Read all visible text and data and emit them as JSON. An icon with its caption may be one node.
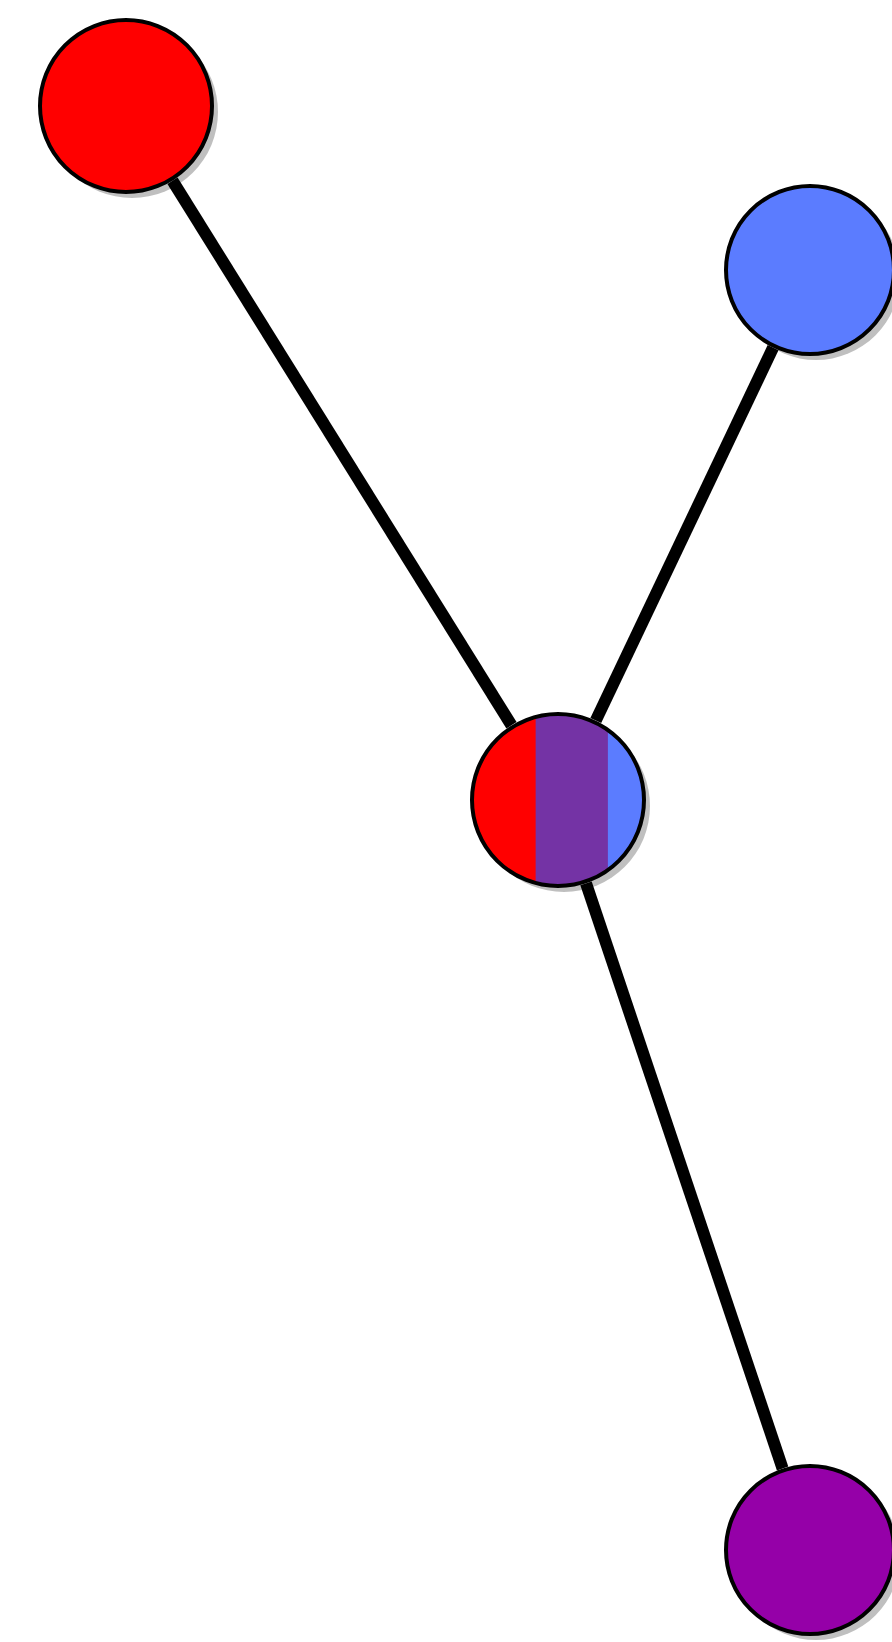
{
  "diagram": {
    "nodes": [
      {
        "text": [],
        "shape": "circle"
      },
      {
        "text": [],
        "shape": "circle"
      },
      {
        "text": [],
        "shape": "circle"
      },
      {
        "text": [],
        "shape": "circle"
      }
    ],
    "edges": [
      {
        "from": 0,
        "to": 2,
        "arrow": "none"
      },
      {
        "from": 1,
        "to": 2,
        "arrow": "none"
      },
      {
        "from": 2,
        "to": 3,
        "arrow": "none"
      }
    ]
  }
}
